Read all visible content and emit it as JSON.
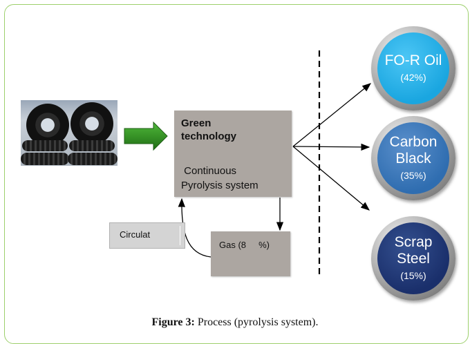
{
  "process_box": {
    "title_line1": "Green",
    "title_line2": "technology",
    "sub": " Continuous\nPyrolysis system"
  },
  "gas_box": {
    "label": "Gas (8     %)"
  },
  "circulat_box": {
    "label": "Circulat"
  },
  "outputs": [
    {
      "name": "FO-R Oil",
      "percent": "(42%)",
      "color": "#1aa6e0"
    },
    {
      "name_line1": "Carbon",
      "name_line2": "Black",
      "percent": "(35%)",
      "color": "#2f6db0"
    },
    {
      "name_line1": "Scrap",
      "name_line2": "Steel",
      "percent": "(15%)",
      "color": "#1a2f6b"
    }
  ],
  "input_image": "tire-stack-photo",
  "arrow_color": "#2e8b1e",
  "caption": {
    "label": "Figure 3:",
    "text": " Process (pyrolysis system)."
  }
}
